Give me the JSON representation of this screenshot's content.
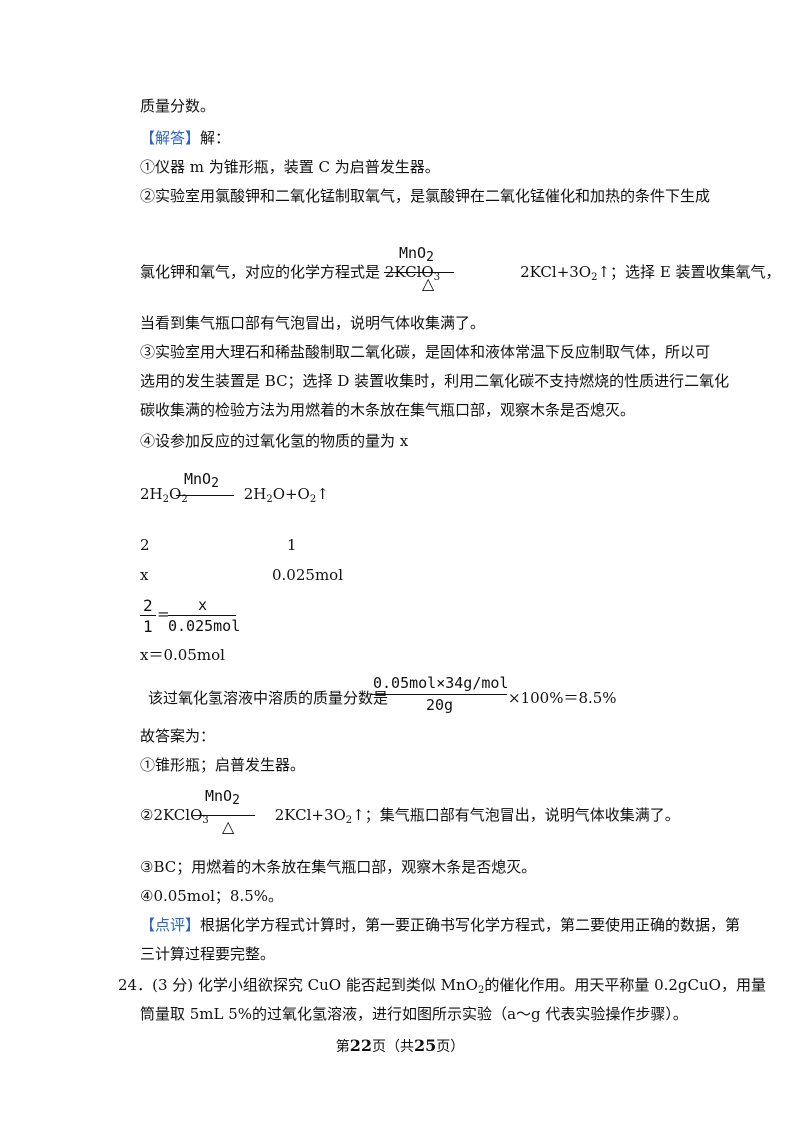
{
  "lines": {
    "l1": "质量分数。",
    "answer_tag": "【解答】",
    "answer_after": "解：",
    "l3": "①仪器 m 为锥形瓶，装置 C 为启普发生器。",
    "l4": "②实验室用氯酸钾和二氧化锰制取氧气，是氯酸钾在二氧化锰催化和加热的条件下生成",
    "l5_pre": "氯化钾和氧气，对应的化学方程式是 2KClO",
    "l5_sub": "3",
    "l5_post": "2KCl+3O",
    "l5_sub2": "2",
    "l5_end": "↑；选择 E 装置收集氧气，",
    "l6": "当看到集气瓶口部有气泡冒出，说明气体收集满了。",
    "l7": "③实验室用大理石和稀盐酸制取二氧化碳，是固体和液体常温下反应制取气体，所以可",
    "l8": "选用的发生装置是 BC；选择 D 装置收集时，利用二氧化碳不支持燃烧的性质进行二氧化",
    "l9": "碳收集满的检验方法为用燃着的木条放在集气瓶口部，观察木条是否熄灭。",
    "l10": "④设参加反应的过氧化氢的物质的量为 x",
    "eq2_pre": "2H",
    "eq2_s1": "2",
    "eq2_o": "O",
    "eq2_s2": "2",
    "eq2_post": "2H",
    "eq2_s3": "2",
    "eq2_post2": "O+O",
    "eq2_s4": "2",
    "eq2_arrow": "↑",
    "ratio_2": "2",
    "ratio_1": "1",
    "ratio_x": "x",
    "ratio_mol": "0.025mol",
    "frac_a_num": "2",
    "frac_a_den": "1",
    "frac_eq": "=",
    "frac_b_num": "x",
    "frac_b_den": "0.025mol",
    "x_result": "x＝0.05mol",
    "mass_pre": "该过氧化氢溶液中溶质的质量分数是",
    "mass_num": "0.05mol×34g/mol",
    "mass_den": "20g",
    "mass_post": "×100%＝8.5%",
    "ans_title": "故答案为：",
    "ans1": "①锥形瓶；启普发生器。",
    "ans2_pre": "②2KClO",
    "ans2_sub": "3",
    "ans2_post": "2KCl+3O",
    "ans2_sub2": "2",
    "ans2_end": "↑；集气瓶口部有气泡冒出，说明气体收集满了。",
    "ans3": "③BC；用燃着的木条放在集气瓶口部，观察木条是否熄灭。",
    "ans4": "④0.05mol；8.5%。",
    "comment_tag": "【点评】",
    "comment_after": "根据化学方程式计算时，第一要正确书写化学方程式，第二要使用正确的数据，第",
    "comment_l2": "三计算过程要完整。",
    "q24_l1_pre": "24．(3 分) 化学小组欲探究 CuO 能否起到类似 MnO",
    "q24_l1_sub": "2",
    "q24_l1_post": "的催化作用。用天平称量 0.2gCuO，用量",
    "q24_l2": "筒量取 5mL  5%的过氧化氢溶液，进行如图所示实验（a～g 代表实验操作步骤）。"
  },
  "catalyst": {
    "over": "MnO2",
    "under": "△"
  },
  "footer": {
    "pre": "第",
    "page": "22",
    "mid": "页（共",
    "total": "25",
    "post": "页）"
  }
}
